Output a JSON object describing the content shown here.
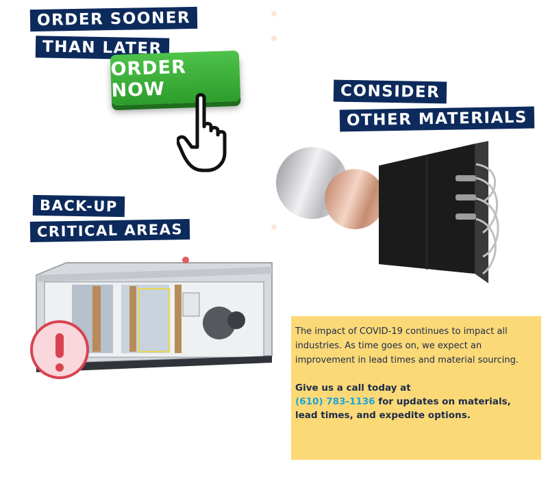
{
  "order_section": {
    "headline_line1": "ORDER SOONER",
    "headline_line2": "THAN LATER",
    "button_label": "ORDER NOW"
  },
  "materials_section": {
    "headline_line1": "CONSIDER",
    "headline_line2": "OTHER MATERIALS"
  },
  "backup_section": {
    "headline_line1": "BACK-UP",
    "headline_line2": "CRITICAL AREAS"
  },
  "note": {
    "body": "The impact of COVID-19 continues to impact all industries. As time goes on, we expect an improvement in lead times and material sourcing.",
    "cta_prefix": "Give us a call today at",
    "phone": "(610) 783-1136",
    "cta_suffix": "for updates on materials, lead times, and expedite options."
  },
  "colors": {
    "banner_navy": "#0d2a5c",
    "button_green": "#2d9d2b",
    "note_yellow": "#fbd977",
    "phone_blue": "#1ca4d8",
    "alert_red": "#d8434f"
  },
  "icons": [
    "pointing-hand-icon",
    "alert-icon",
    "exclamation-icon"
  ]
}
